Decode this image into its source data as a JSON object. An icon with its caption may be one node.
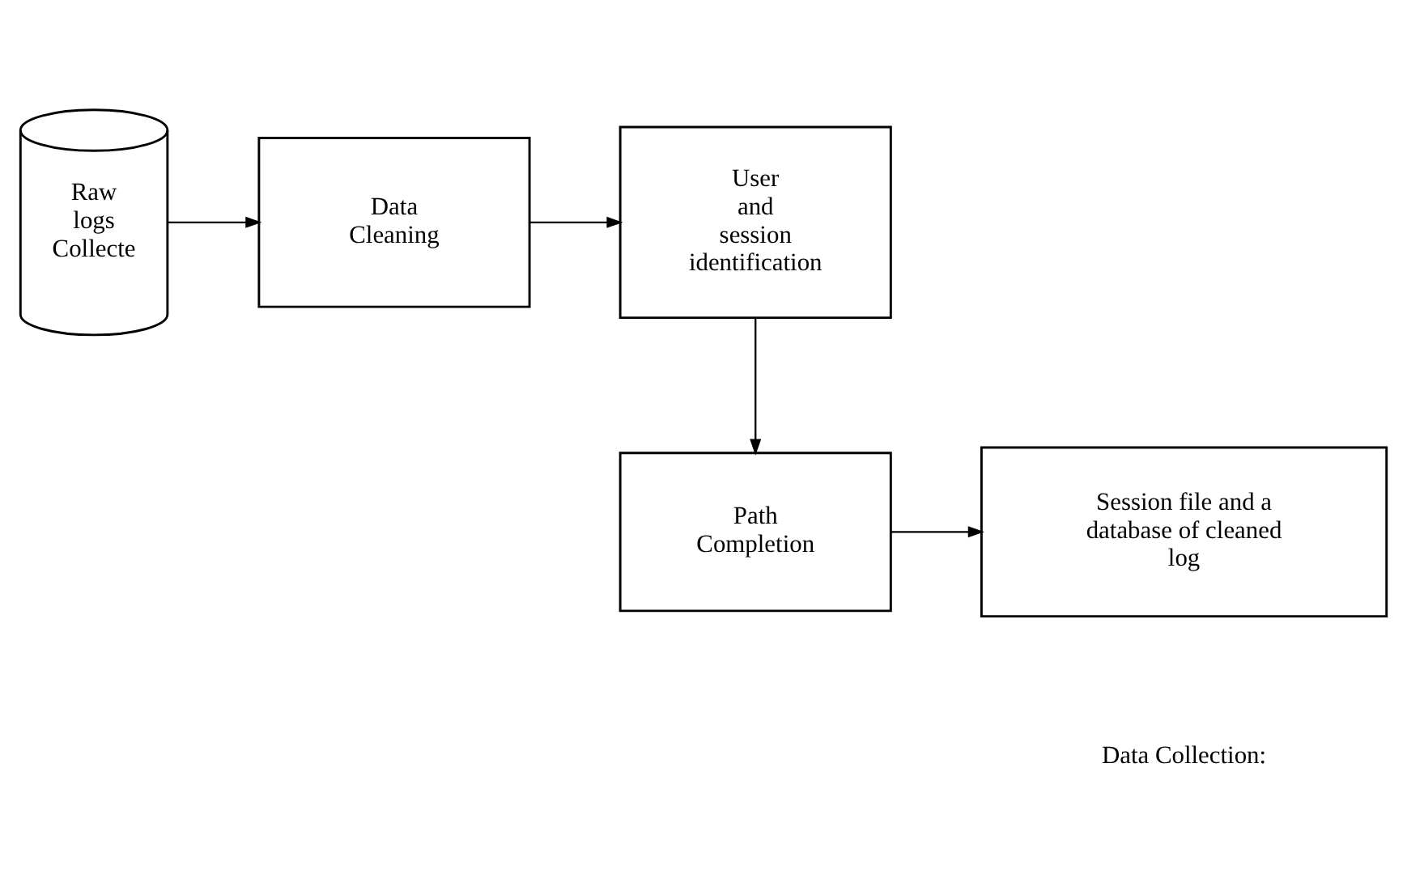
{
  "diagram": {
    "nodes": [
      {
        "text": [
          "Raw logs Collecte"
        ]
      },
      {
        "text": [
          "Data Cleaning"
        ]
      },
      {
        "text": [
          "User and session identification"
        ]
      },
      {
        "text": [
          "Path Completion"
        ]
      },
      {
        "text": [
          "Session file and a database of cleaned log"
        ]
      }
    ],
    "edges": [
      {
        "from": 0,
        "to": 1,
        "arrow": "to"
      },
      {
        "from": 1,
        "to": 2,
        "arrow": "to"
      },
      {
        "from": 2,
        "to": 3,
        "arrow": "to"
      },
      {
        "from": 3,
        "to": 4,
        "arrow": "to"
      }
    ],
    "labels": [
      "Data Collection:"
    ]
  }
}
